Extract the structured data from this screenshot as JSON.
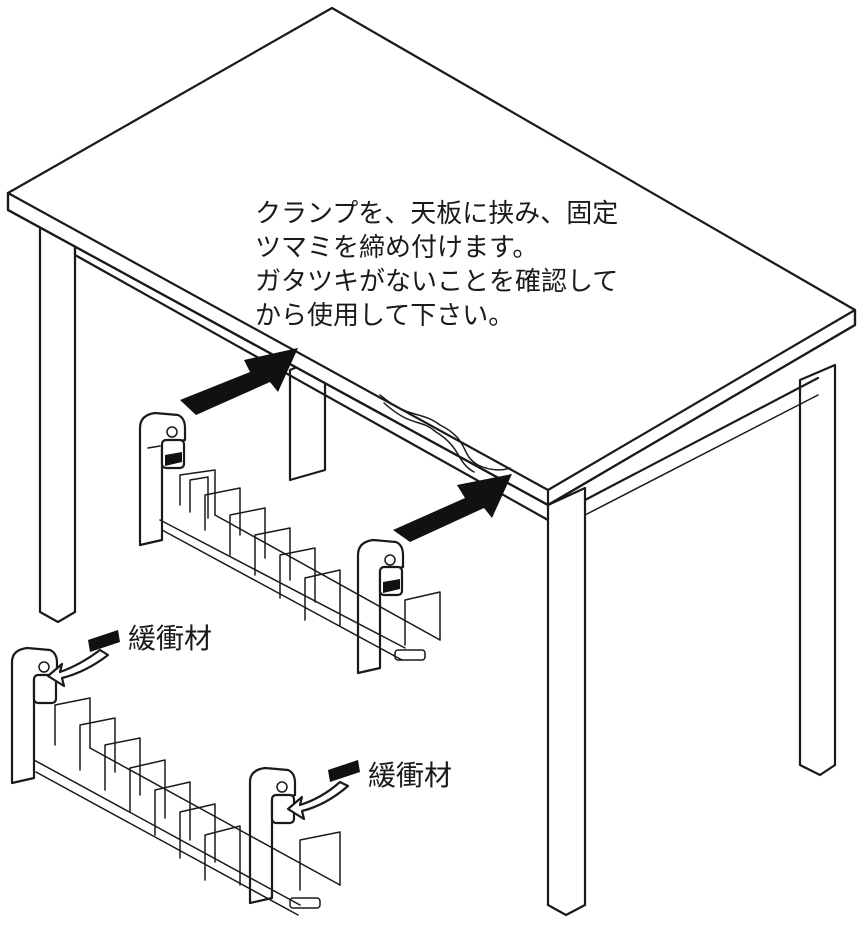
{
  "instructions": {
    "line1": "クランプを、天板に挟み、固定",
    "line2": "ツマミを締め付けます。",
    "line3": "ガタツキがないことを確認して",
    "line4": "から使用して下さい。"
  },
  "callouts": {
    "pad_label_upper": "緩衝材",
    "pad_label_lower": "緩衝材"
  },
  "icons": {
    "arrow": "arrow-icon",
    "cushion_pad": "cushion-pad-icon",
    "curved_arrow": "curved-arrow-icon"
  },
  "colors": {
    "ink": "#1a1a1a",
    "background": "#ffffff"
  }
}
